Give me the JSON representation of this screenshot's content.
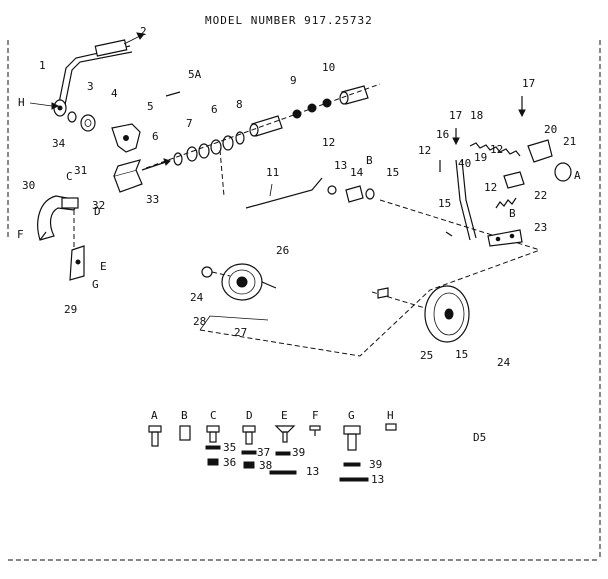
{
  "title": "MODEL NUMBER 917.25732",
  "code": "D5",
  "callouts": {
    "n1": "1",
    "n2": "2",
    "n3": "3",
    "n4": "4",
    "n5": "5",
    "n5a": "5A",
    "n6a": "6",
    "n6b": "6",
    "n7": "7",
    "n8": "8",
    "n9": "9",
    "n10": "10",
    "n11": "11",
    "n12a": "12",
    "n12b": "12",
    "n12c": "12",
    "n12d": "12",
    "n13": "13",
    "n14": "14",
    "n15a": "15",
    "n15b": "15",
    "n15c": "15",
    "n16": "16",
    "n17a": "17",
    "n17b": "17",
    "n18": "18",
    "n19": "19",
    "n20": "20",
    "n21": "21",
    "n22": "22",
    "n23": "23",
    "n24a": "24",
    "n24b": "24",
    "n25": "25",
    "n26": "26",
    "n27": "27",
    "n28": "28",
    "n29": "29",
    "n30": "30",
    "n31": "31",
    "n32": "32",
    "n33": "33",
    "n34": "34",
    "n40": "40",
    "la": "A",
    "lb1": "B",
    "lb2": "B",
    "lc": "C",
    "ld": "D",
    "le": "E",
    "lf": "F",
    "lg": "G",
    "lh": "H"
  },
  "hardware": {
    "headers": [
      "A",
      "B",
      "C",
      "D",
      "E",
      "F",
      "G",
      "H"
    ],
    "sublabels": {
      "s35": "35",
      "s36": "36",
      "s37": "37",
      "s38": "38",
      "s39a": "39",
      "s39b": "39",
      "s13a": "13",
      "s13b": "13"
    }
  }
}
